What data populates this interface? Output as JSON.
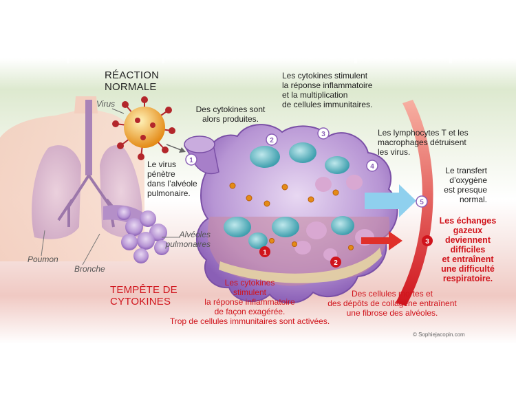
{
  "watermark": "© SophieJacopin.com",
  "credit": "© Sophiejacopin.com",
  "labels": {
    "reaction_normale_1": "RÉACTION",
    "reaction_normale_2": "NORMALE",
    "virus": "Virus",
    "cytokines_produites_1": "Des cytokines sont",
    "cytokines_produites_2": "alors produites.",
    "cytokines_stimulent_1": "Les cytokines stimulent",
    "cytokines_stimulent_2": "la réponse inflammatoire",
    "cytokines_stimulent_3": "et la multiplication",
    "cytokines_stimulent_4": "de cellules immunitaires.",
    "lymphocytes_1": "Les lymphocytes T et les",
    "lymphocytes_2": "macrophages détruisent",
    "lymphocytes_3": "les virus.",
    "virus_penetre_1": "Le virus",
    "virus_penetre_2": "pénètre",
    "virus_penetre_3": "dans l’alvéole",
    "virus_penetre_4": "pulmonaire.",
    "transfert_1": "Le transfert",
    "transfert_2": "d’oxygène",
    "transfert_3": "est presque",
    "transfert_4": "normal.",
    "alveoles_1": "Alvéoles",
    "alveoles_2": "pulmonaires",
    "poumon": "Poumon",
    "bronche": "Bronche",
    "echanges_1": "Les échanges",
    "echanges_2": "gazeux",
    "echanges_3": "deviennent",
    "echanges_4": "difficiles",
    "echanges_5": "et entraînent",
    "echanges_6": "une difficulté",
    "echanges_7": "respiratoire.",
    "tempete_1": "TEMPÊTE DE",
    "tempete_2": "CYTOKINES",
    "exageree_1": "Les cytokines",
    "exageree_2": "stimulent",
    "exageree_3": "la réponse inflammatoire",
    "exageree_4": "de façon exagérée.",
    "exageree_5": "Trop de cellules immunitaires sont activées.",
    "fibrose_1": "Des cellules mortes et",
    "fibrose_2": "des dépôts de collagène entraînent",
    "fibrose_3": "une fibrose des alvéoles."
  },
  "steps_normal": [
    "1",
    "2",
    "3",
    "4",
    "5"
  ],
  "steps_storm": [
    "1",
    "2",
    "3"
  ],
  "colors": {
    "red": "#d0141c",
    "alveole": "#9b6fc0",
    "cell": "#5fb8c4",
    "virus": "#f0a830",
    "blue_arrow": "#8fd0ee",
    "green_band": "#dde9cf",
    "pink_band": "#f0c9c3"
  }
}
